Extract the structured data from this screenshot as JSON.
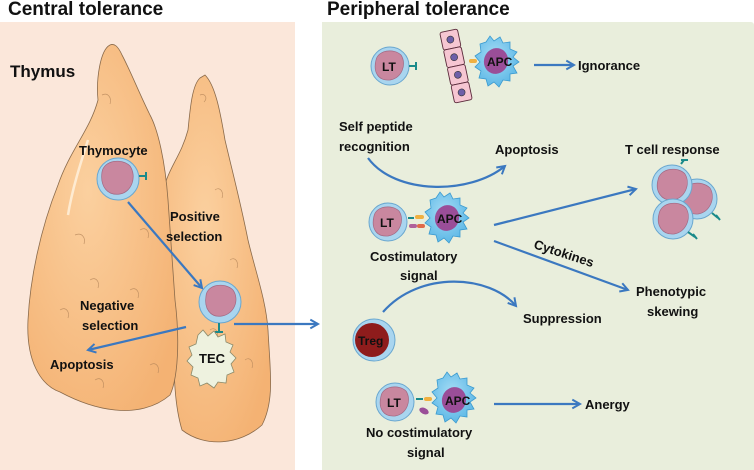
{
  "headings": {
    "central": "Central tolerance",
    "peripheral": "Peripheral tolerance"
  },
  "central": {
    "organ_label": "Thymus",
    "thymocyte_label": "Thymocyte",
    "positive_selection": [
      "Positive",
      "selection"
    ],
    "negative_selection": [
      "Negative",
      "selection"
    ],
    "apoptosis_label": "Apoptosis",
    "tec_label": "TEC"
  },
  "peripheral": {
    "lt_label": "LT",
    "apc_label": "APC",
    "treg_label": "Treg",
    "ignorance": "Ignorance",
    "self_peptide": [
      "Self peptide",
      "recognition"
    ],
    "apoptosis": "Apoptosis",
    "t_cell_response": "T cell response",
    "costimulatory": [
      "Costimulatory",
      "signal"
    ],
    "cytokines": "Cytokines",
    "phenotypic": [
      "Phenotypic",
      "skewing"
    ],
    "suppression": "Suppression",
    "anergy": "Anergy",
    "no_costimulatory": [
      "No costimulatory",
      "signal"
    ]
  },
  "colors": {
    "arrow": "#3b78c0",
    "thymus_fill": "#f9c48e",
    "lt_nucleus": "#c9879f",
    "cell_membrane": "#a9d5ef",
    "apc_body": "#7cc8ec",
    "apc_nucleus": "#9a4e98",
    "treg_nucleus": "#8e1c1c",
    "tec_fill": "#eef2df"
  }
}
